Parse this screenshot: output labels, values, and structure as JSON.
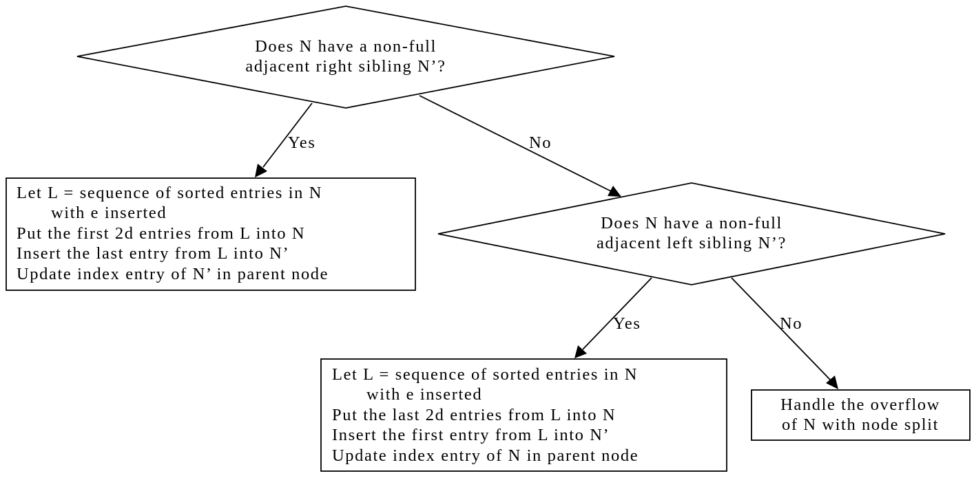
{
  "decision_right": {
    "line1": "Does N have a non-full",
    "line2": "adjacent right sibling N’?"
  },
  "decision_left": {
    "line1": "Does N have a non-full",
    "line2": "adjacent left sibling N’?"
  },
  "edge_labels": {
    "right_yes": "Yes",
    "right_no": "No",
    "left_yes": "Yes",
    "left_no": "No"
  },
  "box_right_sibling": {
    "line1": "Let L = sequence of sorted entries in N",
    "line2": "with e inserted",
    "line3": "Put the first 2d entries from L into N",
    "line4": "Insert the last entry from L into N’",
    "line5": "Update index entry of N’ in parent node"
  },
  "box_left_sibling": {
    "line1": "Let L = sequence of sorted entries in N",
    "line2": "with e inserted",
    "line3": "Put the last 2d entries from L into N",
    "line4": "Insert the first entry from L into N’",
    "line5": "Update index entry of N in parent node"
  },
  "box_split": {
    "line1": "Handle the overflow",
    "line2": "of N with node split"
  }
}
